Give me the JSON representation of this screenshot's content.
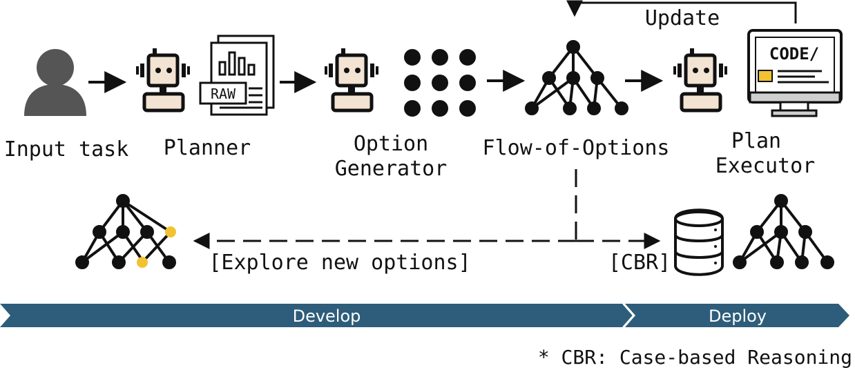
{
  "colors": {
    "ink": "#111111",
    "person": "#555555",
    "robot_face": "#f2e3d3",
    "band": "#2d5d7a",
    "band_text": "#ffffff",
    "highlight": "#f2c230",
    "monitor_base": "#cfcfcf",
    "code_box": "#f2c230"
  },
  "labels": {
    "input_task": "Input task",
    "planner": "Planner",
    "option_generator_line1": "Option",
    "option_generator_line2": "Generator",
    "flow_of_options": "Flow-of-Options",
    "plan_executor_line1": "Plan",
    "plan_executor_line2": "Executor",
    "update": "Update",
    "explore": "[Explore new options]",
    "cbr": "[CBR]"
  },
  "doc_icon": {
    "raw_text": "RAW"
  },
  "monitor": {
    "code_text": "CODE/"
  },
  "phases": {
    "develop": "Develop",
    "deploy": "Deploy"
  },
  "footnote": "* CBR: Case-based Reasoning",
  "icons": {
    "person": "user-icon",
    "robot": "robot-icon",
    "document": "raw-document-icon",
    "dots": "option-dots-icon",
    "graph": "flow-graph-icon",
    "monitor": "code-monitor-icon",
    "database": "database-icon"
  }
}
